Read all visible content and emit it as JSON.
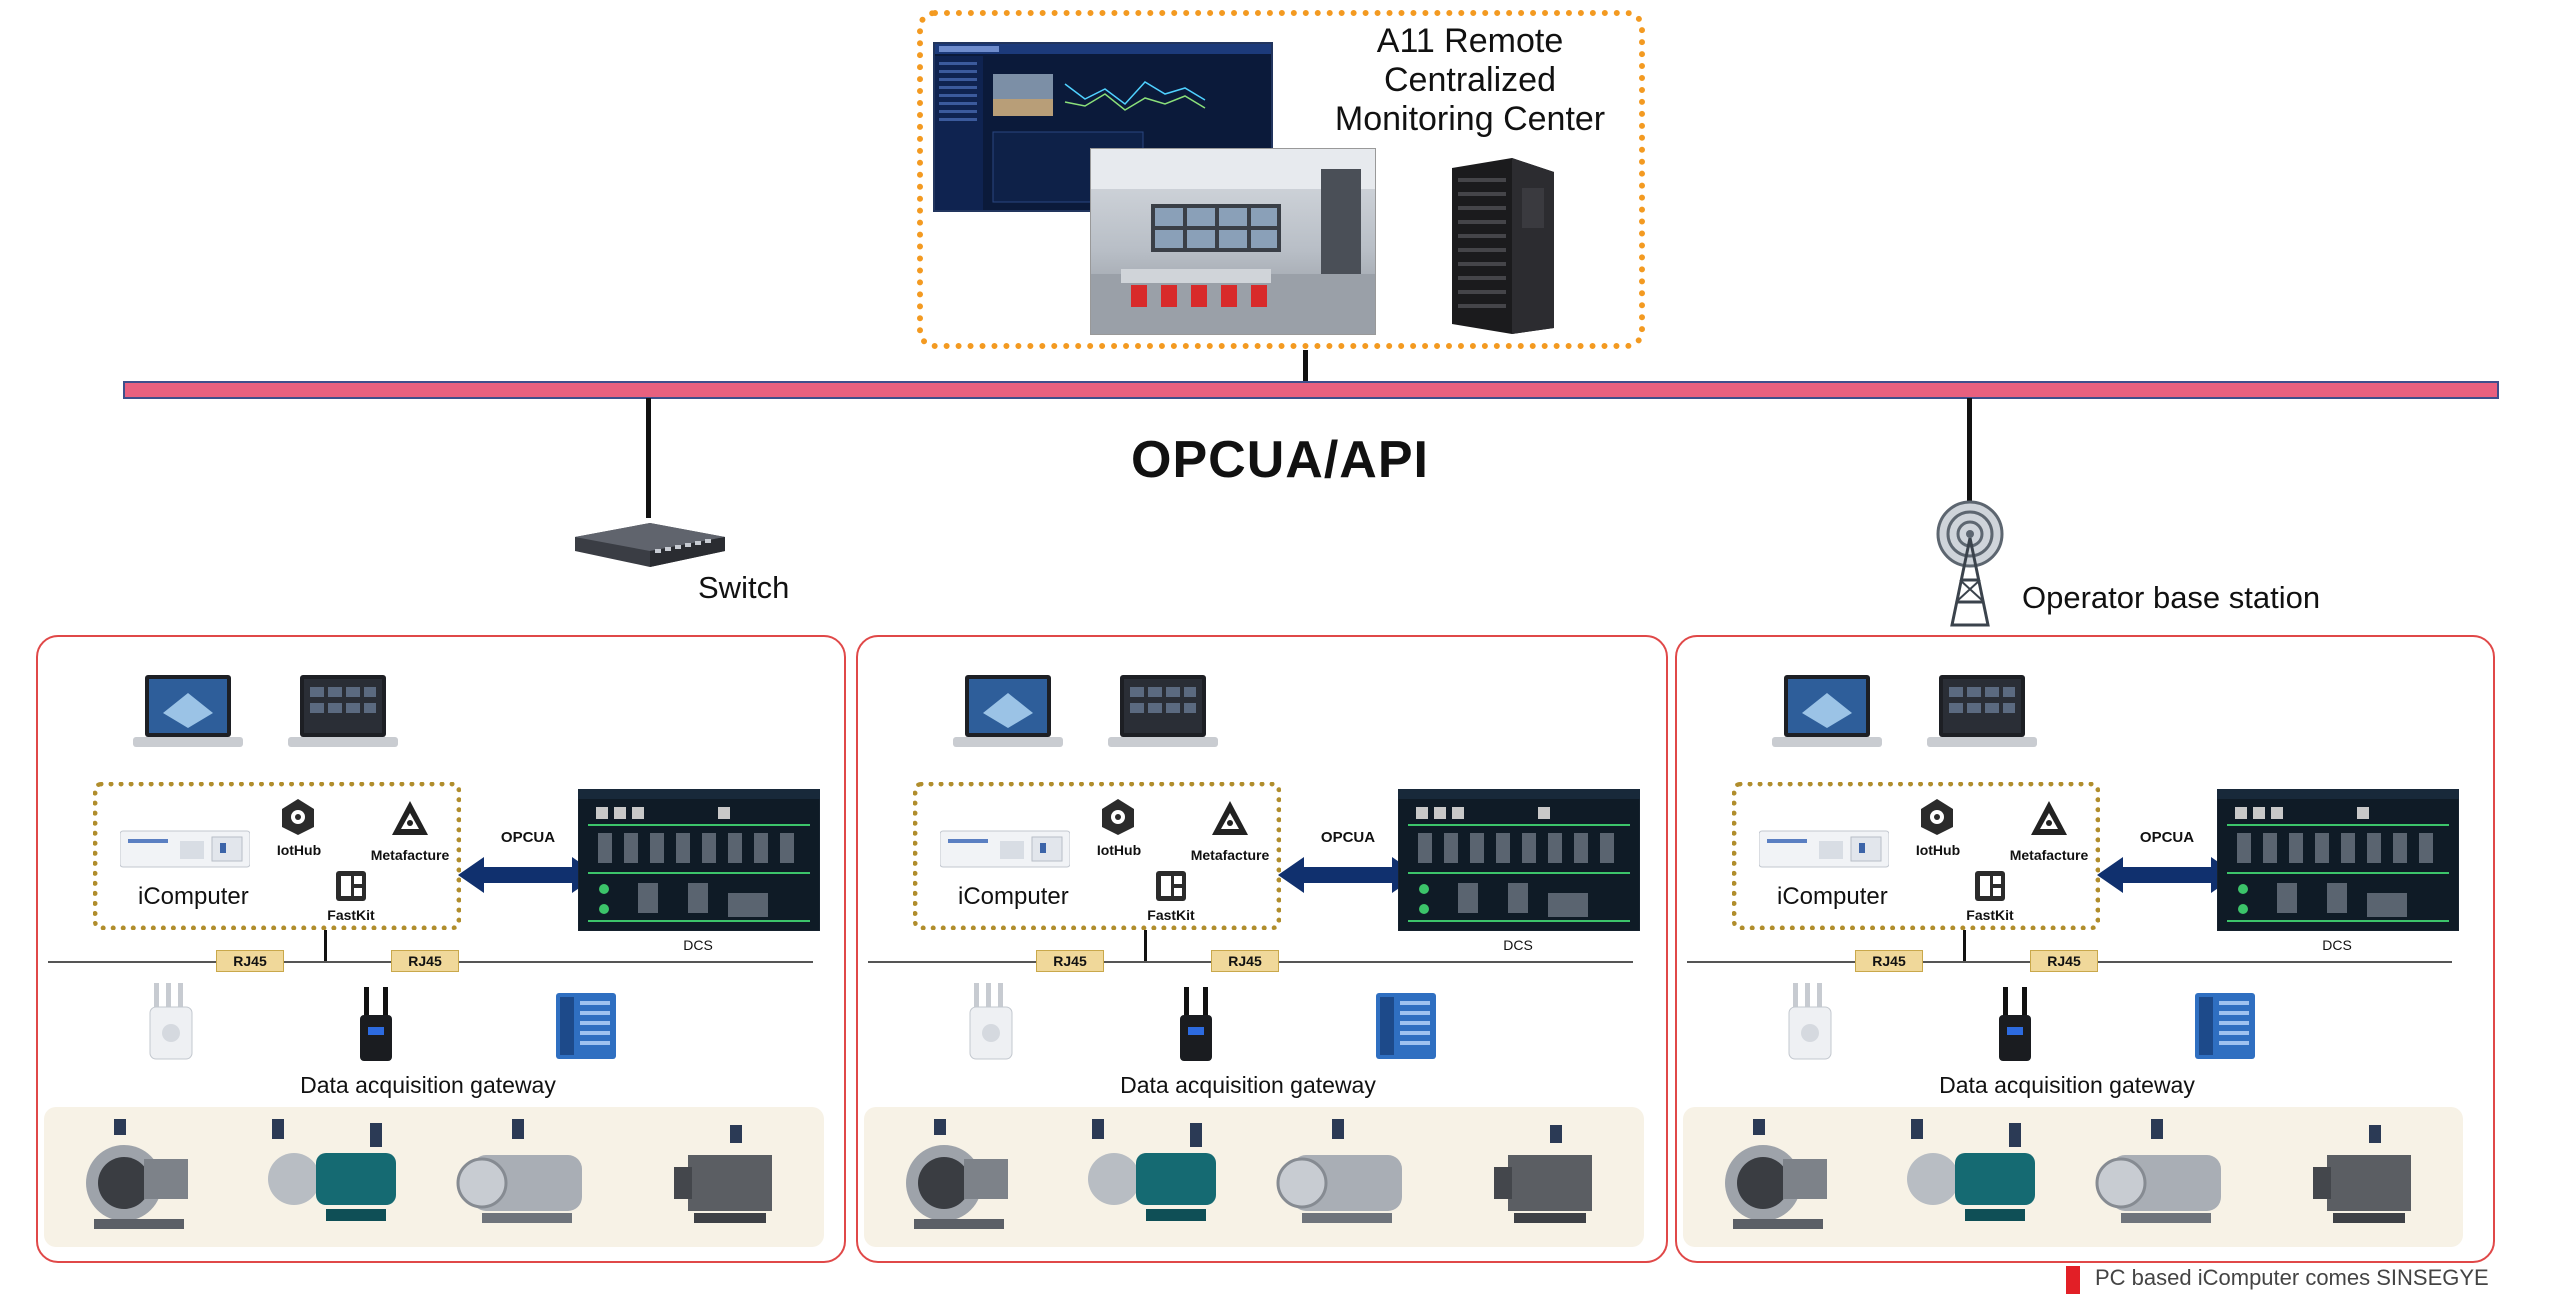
{
  "center": {
    "title_lines": [
      "A11 Remote",
      "Centralized",
      "Monitoring Center"
    ]
  },
  "bus": {
    "label": "OPCUA/API"
  },
  "switch": {
    "label": "Switch"
  },
  "base_station": {
    "label": "Operator base station"
  },
  "sites": [
    {
      "computer_label": "iComputer",
      "software": [
        "IotHub",
        "Metafacture",
        "FastKit"
      ],
      "link_label": "OPCUA",
      "dcs_label": "DCS",
      "ports": [
        "RJ45",
        "RJ45"
      ],
      "gateway_label": "Data acquisition gateway"
    },
    {
      "computer_label": "iComputer",
      "software": [
        "IotHub",
        "Metafacture",
        "FastKit"
      ],
      "link_label": "OPCUA",
      "dcs_label": "DCS",
      "ports": [
        "RJ45",
        "RJ45"
      ],
      "gateway_label": "Data acquisition gateway"
    },
    {
      "computer_label": "iComputer",
      "software": [
        "IotHub",
        "Metafacture",
        "FastKit"
      ],
      "link_label": "OPCUA",
      "dcs_label": "DCS",
      "ports": [
        "RJ45",
        "RJ45"
      ],
      "gateway_label": "Data acquisition gateway"
    }
  ],
  "footnote": "PC based iComputer comes SINSEGYE",
  "colors": {
    "bus_fill": "#e8607f",
    "bus_border": "#3d4f8c",
    "center_border": "#f39a21",
    "site_border": "#e04848",
    "icomputer_border": "#b08d2c",
    "arrow": "#10306e",
    "footnote_mark": "#e21f26"
  }
}
